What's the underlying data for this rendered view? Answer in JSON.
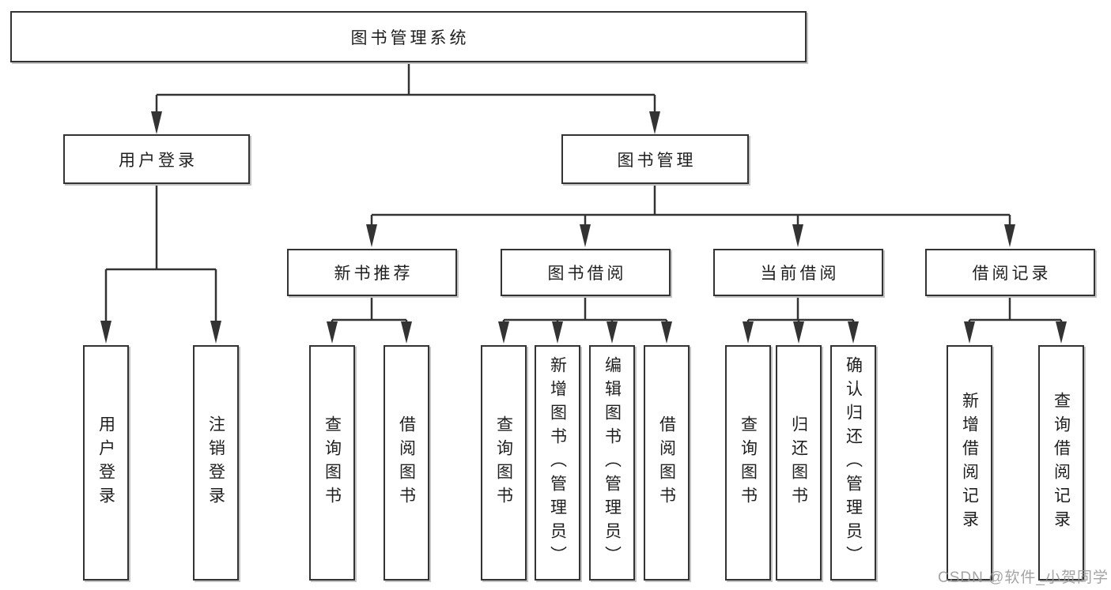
{
  "diagram": {
    "title": "图书管理系统",
    "colors": {
      "line": "#333333",
      "box_border": "#333333",
      "box_fill": "#ffffff",
      "text": "#1f1f1f",
      "box_shadow": "#c4c4c4",
      "watermark_text_color": "#949494"
    },
    "tree": {
      "label": "图书管理系统",
      "children": [
        {
          "label": "用户登录",
          "children": [
            {
              "label": "用户登录"
            },
            {
              "label": "注销登录"
            }
          ]
        },
        {
          "label": "图书管理",
          "children": [
            {
              "label": "新书推荐",
              "children": [
                {
                  "label": "查询图书"
                },
                {
                  "label": "借阅图书"
                }
              ]
            },
            {
              "label": "图书借阅",
              "children": [
                {
                  "label": "查询图书"
                },
                {
                  "label": "新增图书（管理员）"
                },
                {
                  "label": "编辑图书（管理员）"
                },
                {
                  "label": "借阅图书"
                }
              ]
            },
            {
              "label": "当前借阅",
              "children": [
                {
                  "label": "查询图书"
                },
                {
                  "label": "归还图书"
                },
                {
                  "label": "确认归还（管理员）"
                }
              ]
            },
            {
              "label": "借阅记录",
              "children": [
                {
                  "label": "新增借阅记录"
                },
                {
                  "label": "查询借阅记录"
                }
              ]
            }
          ]
        }
      ]
    },
    "watermark": "CSDN @软件_小贺同学"
  }
}
